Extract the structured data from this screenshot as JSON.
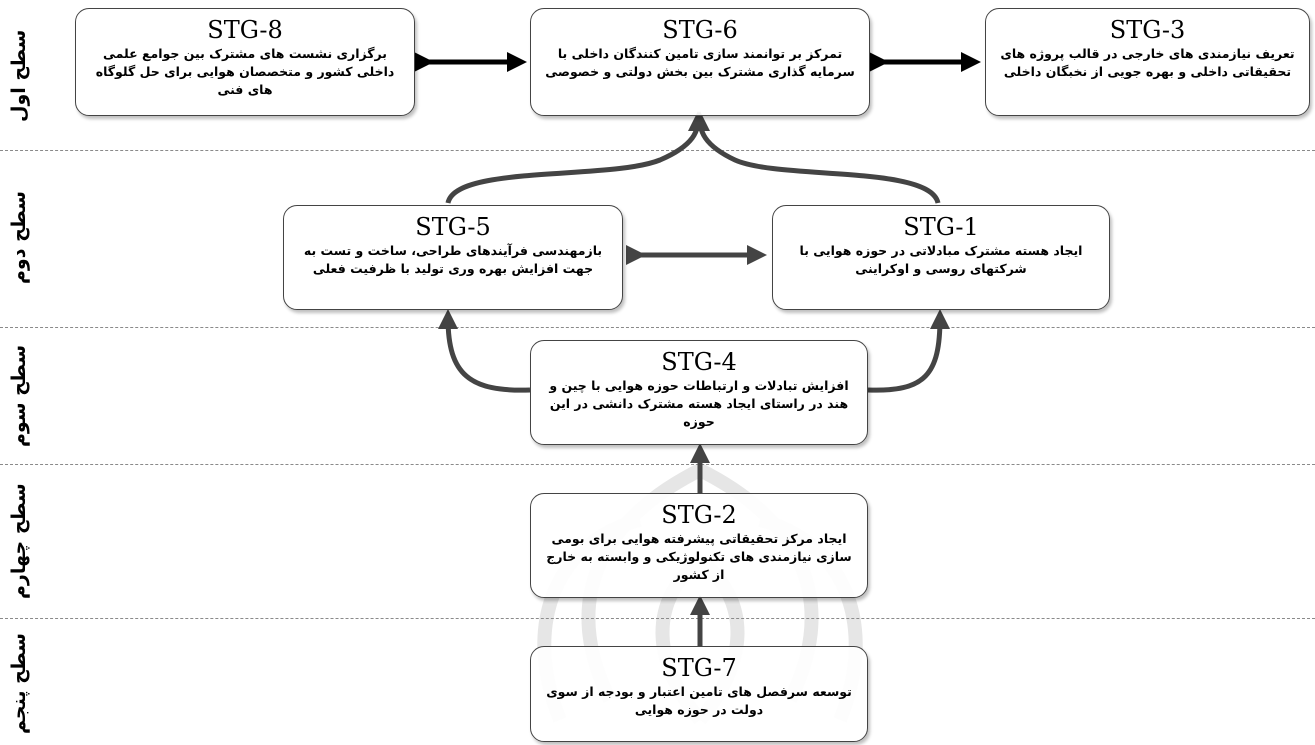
{
  "levels": [
    {
      "label": "سطح اول"
    },
    {
      "label": "سطح دوم"
    },
    {
      "label": "سطح سوم"
    },
    {
      "label": "سطح چهارم"
    },
    {
      "label": "سطح پنجم"
    }
  ],
  "nodes": {
    "stg8": {
      "title": "STG-8",
      "text": "برگزاری نشست های مشترک بین جوامع علمی داخلی کشور و متخصصان هوایی برای حل گلوگاه های فنی"
    },
    "stg6": {
      "title": "STG-6",
      "text": "تمرکز بر توانمند سازی تامین کنندگان داخلی با سرمایه گذاری مشترک بین بخش دولتی و خصوصی"
    },
    "stg3": {
      "title": "STG-3",
      "text": "تعریف نیازمندی های خارجی در قالب پروژه های تحقیقاتی داخلی و بهره جویی از نخبگان داخلی"
    },
    "stg5": {
      "title": "STG-5",
      "text": "بازمهندسی فرآیندهای طراحی، ساخت و تست به جهت افزایش بهره وری تولید با ظرفیت فعلی"
    },
    "stg1": {
      "title": "STG-1",
      "text": "ایجاد هسته مشترک مبادلاتی در حوزه هوایی با شرکتهای روسی و اوکراینی"
    },
    "stg4": {
      "title": "STG-4",
      "text": "افزایش تبادلات و ارتباطات حوزه هوایی با چین و هند در راستای ایجاد هسته مشترک دانشی در این حوزه"
    },
    "stg2": {
      "title": "STG-2",
      "text": "ایجاد مرکز تحقیقاتی پیشرفته هوایی برای بومی سازی نیازمندی های تکنولوژیکی و وابسته به خارج از کشور"
    },
    "stg7": {
      "title": "STG-7",
      "text": "توسعه سرفصل های تامین اعتبار و بودجه از سوی دولت در حوزه هوایی"
    }
  },
  "colors": {
    "arrow_dark": "#000000",
    "arrow_gray": "#444444",
    "divider": "#8a8a8a",
    "watermark": "#d9d9d9"
  },
  "watermark_icon": "ornamental-rosette"
}
